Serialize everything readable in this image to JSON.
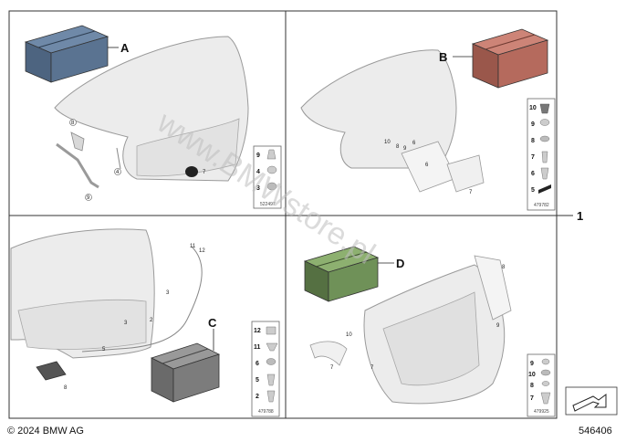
{
  "diagram": {
    "sections": [
      {
        "id": "top-left",
        "kit_letter": "A",
        "kit_color": "#5a7391",
        "panel_code": "522497",
        "parts_legend": [
          "9",
          "4",
          "3"
        ]
      },
      {
        "id": "top-right",
        "kit_letter": "B",
        "kit_color": "#b56a5d",
        "panel_code": "479782",
        "parts_legend": [
          "10",
          "9",
          "8",
          "7",
          "6",
          "5"
        ]
      },
      {
        "id": "bottom-left",
        "kit_letter": "C",
        "kit_color": "#7c7c7c",
        "panel_code": "479788",
        "parts_legend": [
          "12",
          "11",
          "6",
          "5",
          "2"
        ]
      },
      {
        "id": "bottom-right",
        "kit_letter": "D",
        "kit_color": "#6f9158",
        "panel_code": "479925",
        "parts_legend": [
          "9",
          "10",
          "8",
          "7"
        ]
      }
    ],
    "overall_callout": "1",
    "callouts_top_left": [
      "8",
      "4",
      "9",
      "7"
    ],
    "callouts_top_right": [
      "10",
      "8",
      "9",
      "6",
      "6",
      "7"
    ],
    "callouts_bottom_left": [
      "11",
      "12",
      "3",
      "2",
      "3",
      "5",
      "8"
    ],
    "callouts_bottom_right": [
      "8",
      "9",
      "10",
      "7",
      "7"
    ]
  },
  "footer": {
    "copyright": "© 2024 BMW AG",
    "diagram_number": "546406"
  },
  "watermark": "www.BMWstore.pl",
  "colors": {
    "frame": "#333333",
    "part_fill": "#ececec",
    "part_stroke": "#9a9a9a"
  }
}
